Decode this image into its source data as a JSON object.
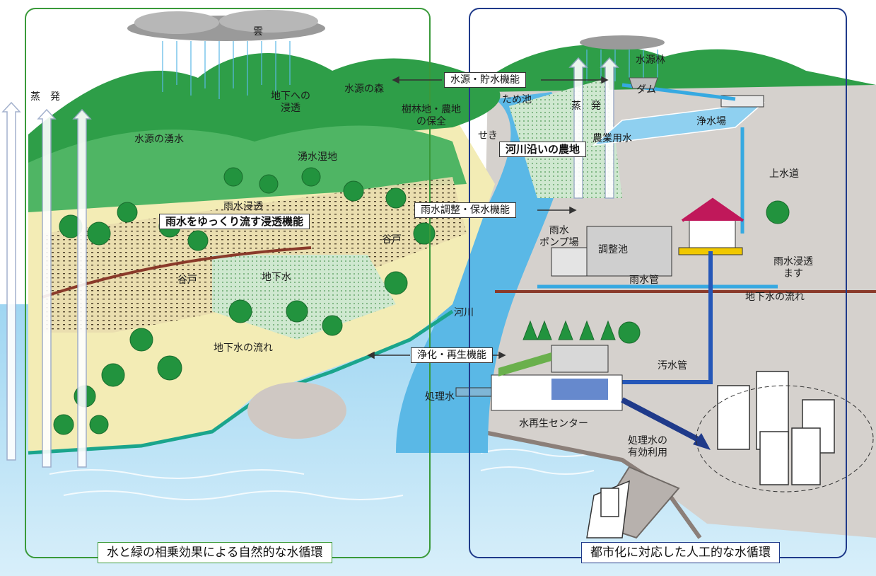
{
  "labels": {
    "cloud": "雲",
    "evaporation_left": "蒸　発",
    "evaporation_right": "蒸　発",
    "forest_source": "水源の森",
    "infiltration_underground": "地下への\n浸透",
    "spring_water": "水源の湧水",
    "spring_wetland": "湧水湿地",
    "forest_farmland_conservation": "樹林地・農地\nの保全",
    "reservoir_pond": "ため池",
    "weir": "せき",
    "rain_infiltration": "雨水浸透",
    "yato_upper": "谷戸",
    "yato_lower": "谷戸",
    "groundwater": "地下水",
    "river": "河川",
    "groundwater_flow_left": "地下水の流れ",
    "source_forest_right": "水源林",
    "dam": "ダム",
    "water_treatment_plant": "浄水場",
    "agricultural_water": "農業用水",
    "water_supply": "上水道",
    "rainwater_pump": "雨水\nポンプ場",
    "detention_pond": "調整池",
    "storm_sewer": "雨水管",
    "infiltration_basin": "雨水浸透\nます",
    "groundwater_flow_right": "地下水の流れ",
    "sewer_pipe": "汚水管",
    "treated_water": "処理水",
    "reclamation_center": "水再生センター",
    "treated_water_reuse": "処理水の\n有効利用"
  },
  "boxes": {
    "source_storage": "水源・貯水機能",
    "farmland_along_river": "河川沿いの農地",
    "rain_regulation": "雨水調整・保水機能",
    "slow_infiltration": "雨水をゆっくり流す浸透機能",
    "purification": "浄化・再生機能"
  },
  "captions": {
    "natural_cycle": "水と緑の相乗効果による自然的な水循環",
    "urban_cycle": "都市化に対応した人工的な水循環"
  },
  "colors": {
    "natural_frame": "#3a9a3a",
    "urban_frame": "#1f3a8a",
    "water": "#5ab8e6",
    "forest": "#2e9e48",
    "land": "#f3ecb5",
    "urban_land": "#d5d1cd",
    "roof": "#c0185a"
  }
}
